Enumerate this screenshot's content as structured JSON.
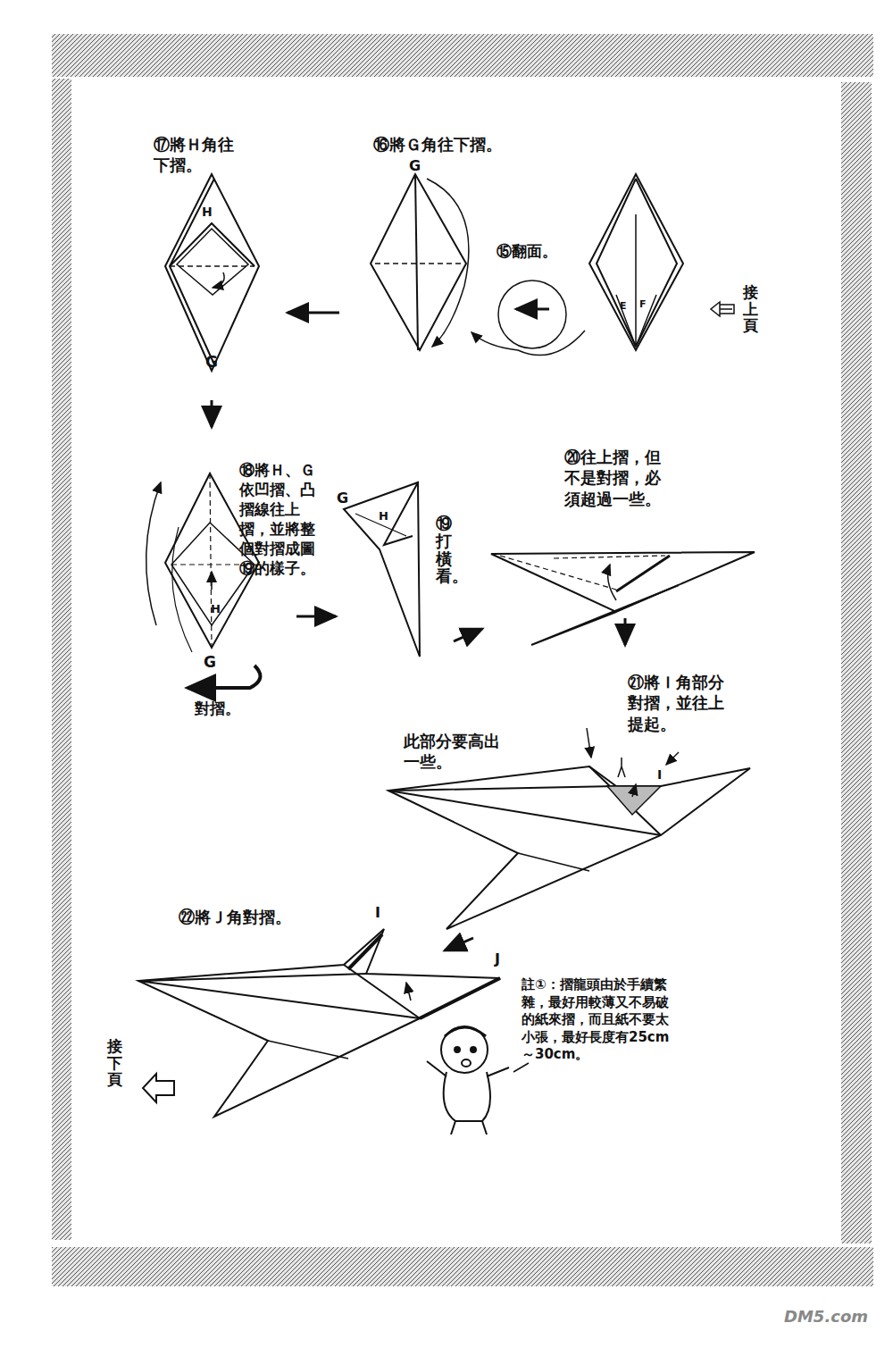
{
  "diagram": {
    "labels": [
      "⑰將Ｈ角往下摺。",
      "⑯將Ｇ角往下摺。",
      "G",
      "⑮翻面。",
      "E",
      "F",
      "接上頁",
      "H",
      "G",
      "⑱將Ｈ、Ｇ依凹摺、凸摺線往上摺，並將整個對摺成圖⑲的樣子。",
      "G",
      "H",
      "⑲打橫看。",
      "H",
      "G",
      "對摺。",
      "⑳往上摺，但不是對摺，必須超過一些。",
      "㉑將Ｉ角部分對摺，並往上提起。",
      "此部分要高出一些。",
      "I",
      "㉒將Ｊ角對摺。",
      "I",
      "J",
      "註①：摺龍頭由於手續繁雜，最好用較薄又不易破的紙來摺，而且紙不要太小張，最好長度有25cm～30cm。",
      "接下頁",
      "DM5.com"
    ]
  }
}
